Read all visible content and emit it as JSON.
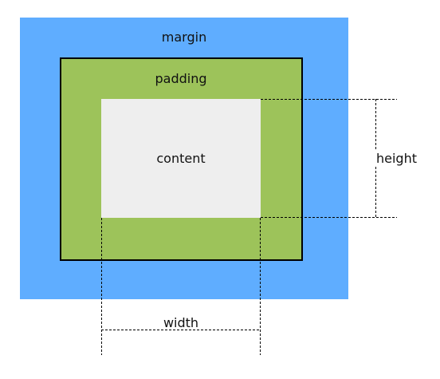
{
  "colors": {
    "margin": "#5FADFF",
    "padding": "#9DC35A",
    "content": "#EEEEEE",
    "border": "#000000",
    "guide": "#000000"
  },
  "labels": {
    "margin": "margin",
    "padding": "padding",
    "content": "content",
    "height": "height",
    "width": "width"
  }
}
